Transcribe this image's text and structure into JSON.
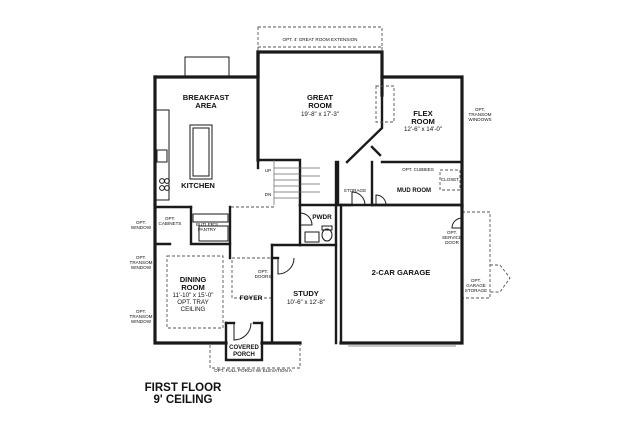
{
  "rooms": {
    "breakfast": {
      "l1": "BREAKFAST",
      "l2": "AREA"
    },
    "great_room": {
      "l1": "GREAT",
      "l2": "ROOM",
      "dim": "19'-8\" x 17'-3\""
    },
    "flex_room": {
      "l1": "FLEX",
      "l2": "ROOM",
      "dim": "12'-6\" x 14'-0\""
    },
    "kitchen": "KITCHEN",
    "storage": "STORAGE",
    "mud_room": "MUD ROOM",
    "pwdr": "PWDR",
    "dining_room": {
      "l1": "DINING",
      "l2": "ROOM",
      "dim": "11'-10\" x 15'-0\"",
      "note1": "OPT. TRAY",
      "note2": "CEILING"
    },
    "foyer": "FOYER",
    "study": {
      "l1": "STUDY",
      "dim": "10'-6\" x 12'-8\""
    },
    "garage": "2-CAR GARAGE",
    "covered_porch": {
      "l1": "COVERED",
      "l2": "PORCH"
    }
  },
  "notes": {
    "great_room_ext": "OPT. 4' GREAT ROOM EXTENSION",
    "transom_right_1": "OPT.",
    "transom_right_2": "TRANSOM",
    "transom_right_3": "WINDOWS",
    "cubbies": "OPT. CUBBIES",
    "closet": "CLOSET",
    "butlers_1": "BUTLER'S",
    "butlers_2": "PANTRY",
    "cabinets_1": "OPT.",
    "cabinets_2": "CABINETS",
    "window_left_1": "OPT.",
    "window_left_2": "WINDOW",
    "transom_left_a1": "OPT.",
    "transom_left_a2": "TRANSOM",
    "transom_left_a3": "WINDOW",
    "transom_left_b1": "OPT.",
    "transom_left_b2": "TRANSOM",
    "transom_left_b3": "WINDOW",
    "doors_1": "OPT.",
    "doors_2": "DOORS",
    "service_door_1": "OPT.",
    "service_door_2": "SERVICE",
    "service_door_3": "DOOR",
    "garage_storage_1": "OPT.",
    "garage_storage_2": "GARAGE",
    "garage_storage_3": "STORAGE",
    "full_porch": "OPT. FULL PORCH W/ ELEVATION A",
    "stair_up": "UP",
    "stair_dn": "DN"
  },
  "title": {
    "line1": "FIRST FLOOR",
    "line2": "9' CEILING"
  }
}
